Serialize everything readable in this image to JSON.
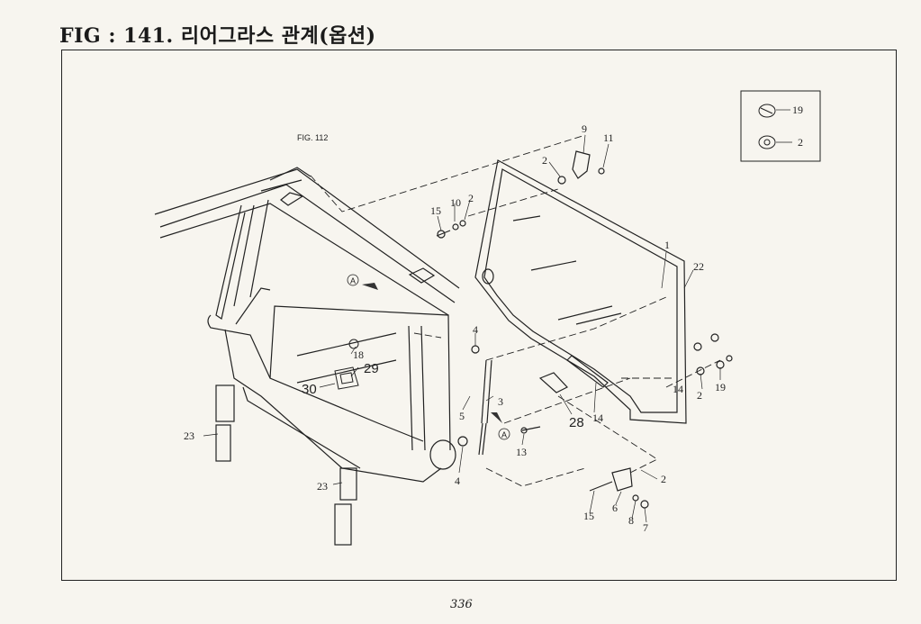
{
  "title": "FIG : 141. 리어그라스 관계(옵션)",
  "page_number": "336",
  "reference": "FIG. 112",
  "circle_marker": "A",
  "inset_labels": [
    "19",
    "2"
  ],
  "labels": {
    "l1": "1",
    "l2a": "2",
    "l2b": "2",
    "l2c": "2",
    "l2d": "2",
    "l3": "3",
    "l4a": "4",
    "l4b": "4",
    "l5": "5",
    "l6": "6",
    "l7": "7",
    "l8": "8",
    "l9": "9",
    "l10": "10",
    "l11": "11",
    "l13": "13",
    "l14a": "14",
    "l14b": "14",
    "l15a": "15",
    "l15b": "15",
    "l18": "18",
    "l19": "19",
    "l22": "22",
    "l23a": "23",
    "l23b": "23",
    "l28": "28",
    "l29": "29",
    "l30": "30"
  }
}
